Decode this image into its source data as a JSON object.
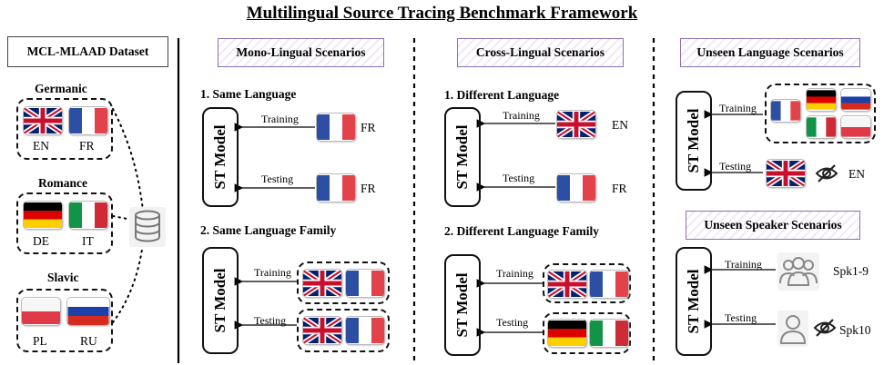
{
  "title": "Multilingual Source Tracing Benchmark Framework",
  "dataset": {
    "header": "MCL-MLAAD Dataset",
    "groups": [
      {
        "name": "Germanic",
        "langs": [
          "EN",
          "FR"
        ]
      },
      {
        "name": "Romance",
        "langs": [
          "DE",
          "IT"
        ]
      },
      {
        "name": "Slavic",
        "langs": [
          "PL",
          "RU"
        ]
      }
    ]
  },
  "mono": {
    "header": "Mono-Lingual Scenarios",
    "s1": "1. Same Language",
    "s2": "2. Same Language Family",
    "model": "ST Model",
    "training": "Training",
    "testing": "Testing",
    "fr": "FR"
  },
  "cross": {
    "header": "Cross-Lingual Scenarios",
    "s1": "1. Different Language",
    "s2": "2. Different Language Family",
    "model": "ST Model",
    "training": "Training",
    "testing": "Testing",
    "en": "EN",
    "fr": "FR"
  },
  "unseen_lang": {
    "header": "Unseen Language Scenarios",
    "model": "ST Model",
    "training": "Training",
    "testing": "Testing",
    "en": "EN"
  },
  "unseen_spk": {
    "header": "Unseen Speaker Scenarios",
    "model": "ST Model",
    "training": "Training",
    "testing": "Testing",
    "spk_train": "Spk1-9",
    "spk_test": "Spk10"
  },
  "colors": {
    "header_border": "#8e6fb3",
    "arrow": "#000000"
  },
  "icons": [
    "database-icon",
    "eye-slash-icon",
    "user-group-icon",
    "user-icon",
    "flag-uk-icon",
    "flag-fr-icon",
    "flag-de-icon",
    "flag-it-icon",
    "flag-pl-icon",
    "flag-ru-icon"
  ]
}
